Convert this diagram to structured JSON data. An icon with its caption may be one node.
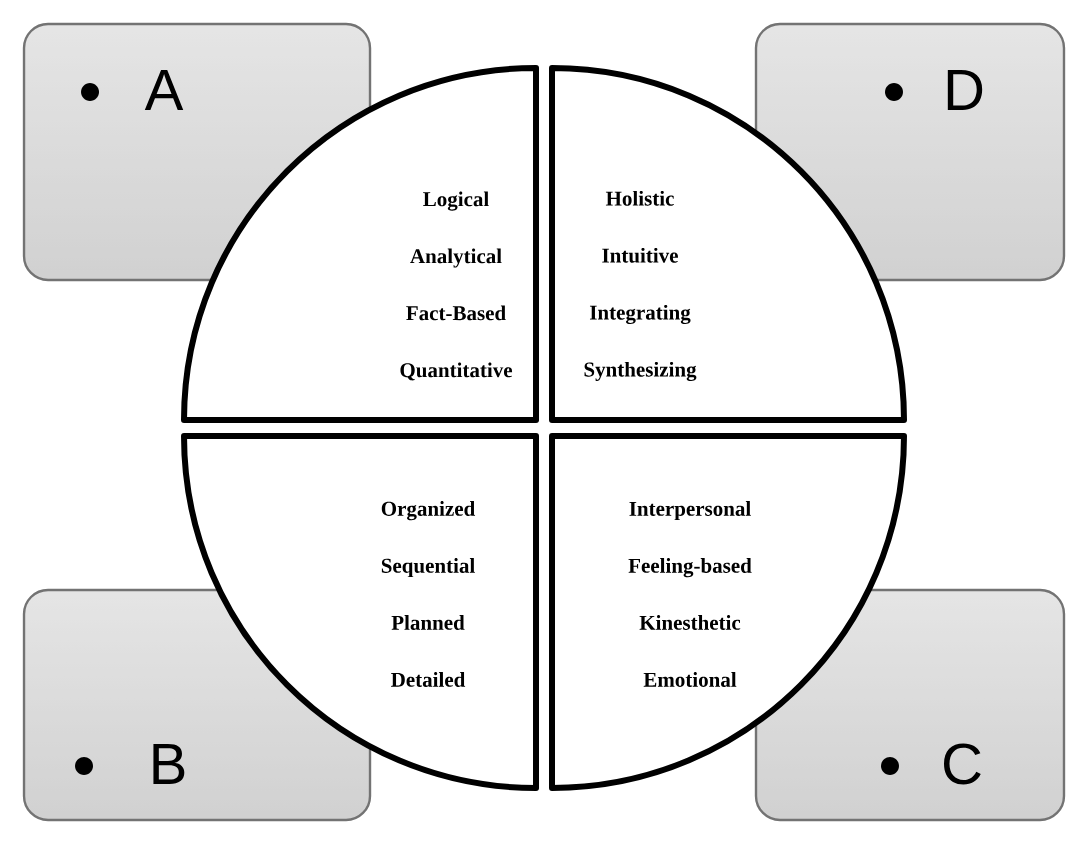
{
  "diagram": {
    "nodes": [
      {
        "text": [
          "A"
        ]
      },
      {
        "text": [
          "D"
        ]
      },
      {
        "text": [
          "Logical",
          "Analytical",
          "Fact-Based",
          "Quantitative"
        ]
      },
      {
        "text": [
          "Holistic",
          "Intuitive",
          "Integrating",
          "Synthesizing"
        ]
      },
      {
        "text": [
          "Organized",
          "Sequential",
          "Planned",
          "Detailed"
        ]
      },
      {
        "text": [
          "Interpersonal",
          "Feeling-based",
          "Kinesthetic",
          "Emotional"
        ]
      },
      {
        "text": [
          "B"
        ]
      },
      {
        "text": [
          "C"
        ]
      }
    ]
  }
}
